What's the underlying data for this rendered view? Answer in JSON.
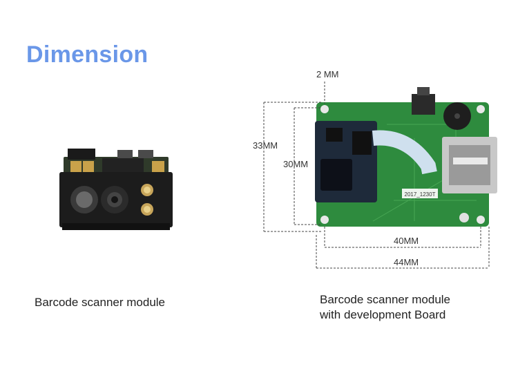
{
  "title": "Dimension",
  "captions": {
    "module": "Barcode scanner module",
    "board_line1": "Barcode scanner module",
    "board_line2": "with development Board"
  },
  "dimensions": {
    "thickness": "2 MM",
    "height_outer": "33MM",
    "height_inner": "30MM",
    "width_inner": "40MM",
    "width_outer": "44MM"
  },
  "board_label": "2017_1230T",
  "colors": {
    "title": "#6a97e8",
    "pcb": "#2e8b3e",
    "module_body": "#1c1c1c"
  }
}
